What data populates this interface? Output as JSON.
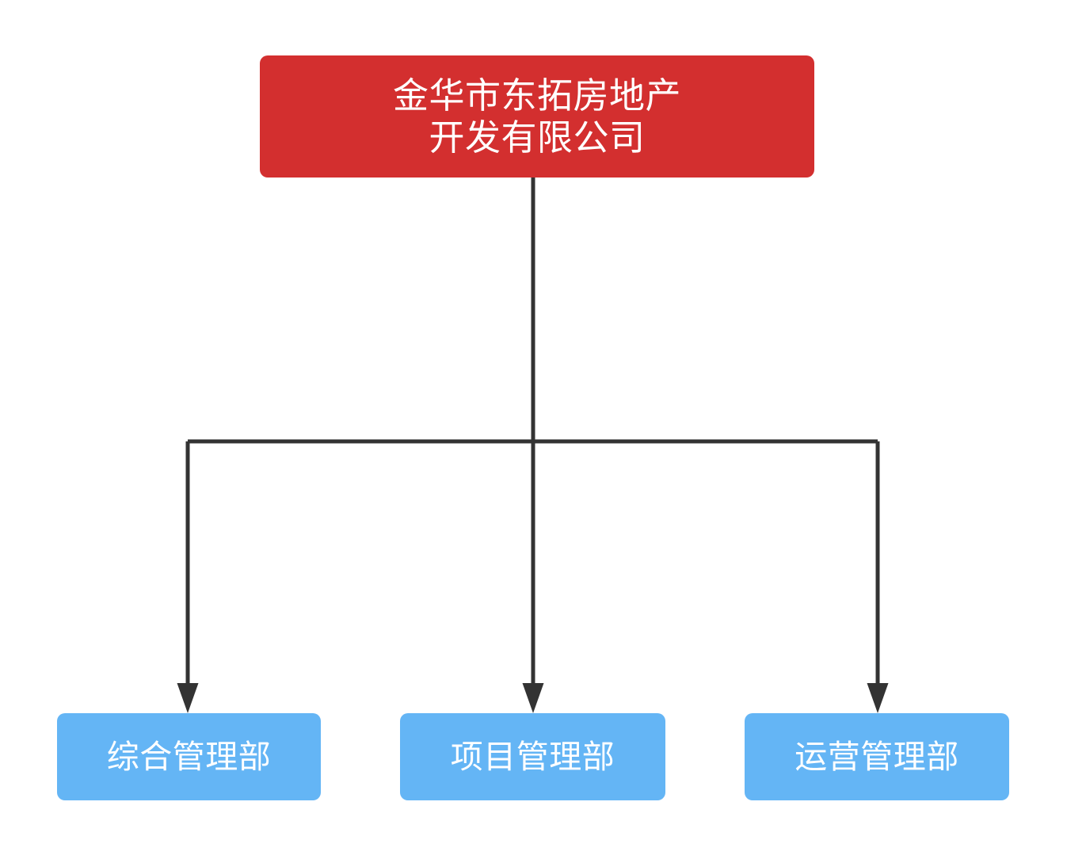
{
  "diagram": {
    "type": "org-chart",
    "orientation": "top-down",
    "background_color": "#ffffff",
    "connector_color": "#333333",
    "root": {
      "id": "root",
      "label": "金华市东拓房地产\n开发有限公司",
      "label_line_1": "金华市东拓房地产",
      "label_line_2": "开发有限公司",
      "fill_color": "#d32f2f",
      "text_color": "#ffffff"
    },
    "children": [
      {
        "id": "child-1",
        "label": "综合管理部",
        "fill_color": "#64b5f5",
        "text_color": "#ffffff"
      },
      {
        "id": "child-2",
        "label": "项目管理部",
        "fill_color": "#64b5f5",
        "text_color": "#ffffff"
      },
      {
        "id": "child-3",
        "label": "运营管理部",
        "fill_color": "#64b5f5",
        "text_color": "#ffffff"
      }
    ],
    "edges": [
      {
        "id": "edge-root-child-1",
        "from": "root",
        "to": "child-1",
        "arrow": "down"
      },
      {
        "id": "edge-root-child-2",
        "from": "root",
        "to": "child-2",
        "arrow": "down"
      },
      {
        "id": "edge-root-child-3",
        "from": "root",
        "to": "child-3",
        "arrow": "down"
      }
    ]
  }
}
